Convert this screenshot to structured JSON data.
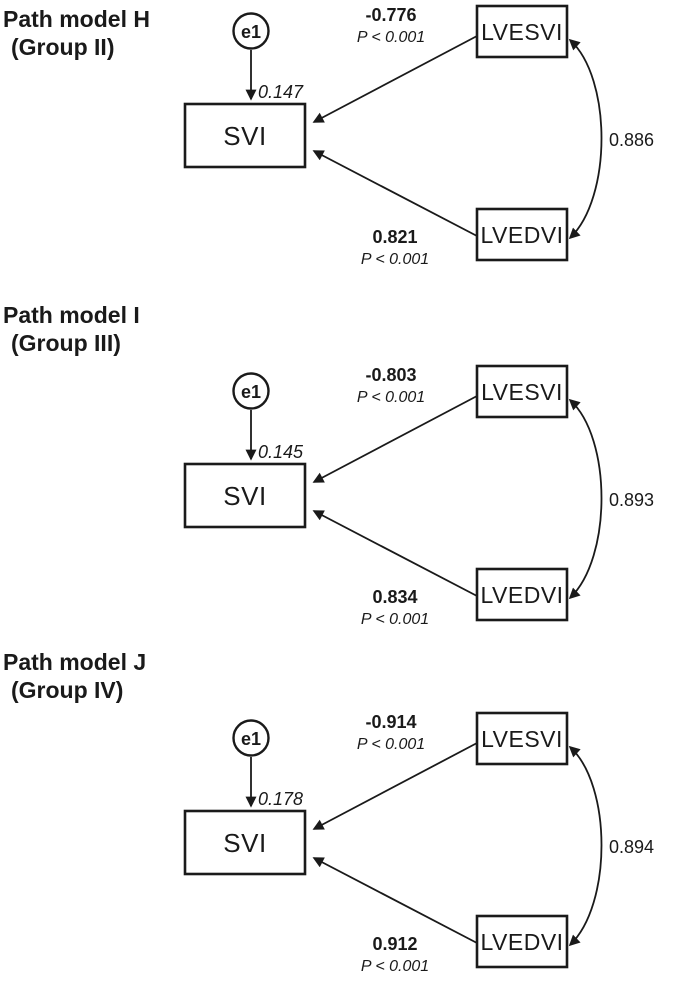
{
  "figure": {
    "panels": [
      {
        "title_line1": "Path model H",
        "title_line2": "(Group II)",
        "error": {
          "label": "e1",
          "variance": "0.147"
        },
        "outcome": "SVI",
        "predictors": {
          "top": "LVESVI",
          "bottom": "LVEDVI"
        },
        "paths": {
          "top": {
            "coefficient": "-0.776",
            "p_value": "P < 0.001"
          },
          "bottom": {
            "coefficient": "0.821",
            "p_value": "P < 0.001"
          }
        },
        "covariance": "0.886"
      },
      {
        "title_line1": "Path model I",
        "title_line2": "(Group III)",
        "error": {
          "label": "e1",
          "variance": "0.145"
        },
        "outcome": "SVI",
        "predictors": {
          "top": "LVESVI",
          "bottom": "LVEDVI"
        },
        "paths": {
          "top": {
            "coefficient": "-0.803",
            "p_value": "P < 0.001"
          },
          "bottom": {
            "coefficient": "0.834",
            "p_value": "P < 0.001"
          }
        },
        "covariance": "0.893"
      },
      {
        "title_line1": "Path model J",
        "title_line2": "(Group IV)",
        "error": {
          "label": "e1",
          "variance": "0.178"
        },
        "outcome": "SVI",
        "predictors": {
          "top": "LVESVI",
          "bottom": "LVEDVI"
        },
        "paths": {
          "top": {
            "coefficient": "-0.914",
            "p_value": "P < 0.001"
          },
          "bottom": {
            "coefficient": "0.912",
            "p_value": "P < 0.001"
          }
        },
        "covariance": "0.894"
      }
    ]
  }
}
